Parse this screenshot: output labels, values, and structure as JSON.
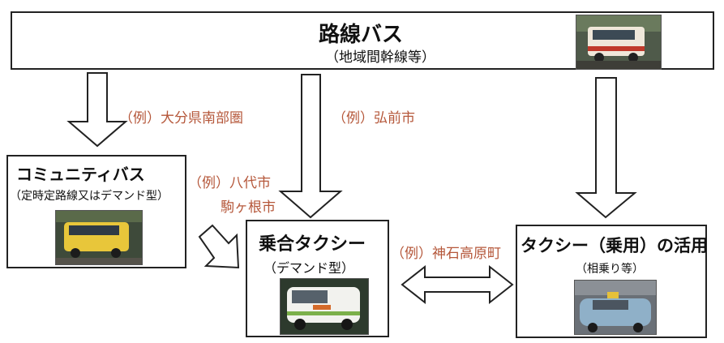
{
  "route_bus": {
    "title": "路線バス",
    "subtitle": "（地域間幹線等）"
  },
  "community_bus": {
    "title": "コミュニティバス",
    "subtitle": "（定時定路線又はデマンド型）"
  },
  "shared_taxi": {
    "title": "乗合タクシー",
    "subtitle": "（デマンド型）"
  },
  "taxi_use": {
    "title": "タクシー（乗用）の活用",
    "subtitle": "（相乗り等）"
  },
  "examples": {
    "oita": "（例）大分県南部圏",
    "hirosaki": "（例）弘前市",
    "yatsushiro": "（例）八代市",
    "komagane": "駒ヶ根市",
    "kamishiro": "（例）神石高原町"
  }
}
